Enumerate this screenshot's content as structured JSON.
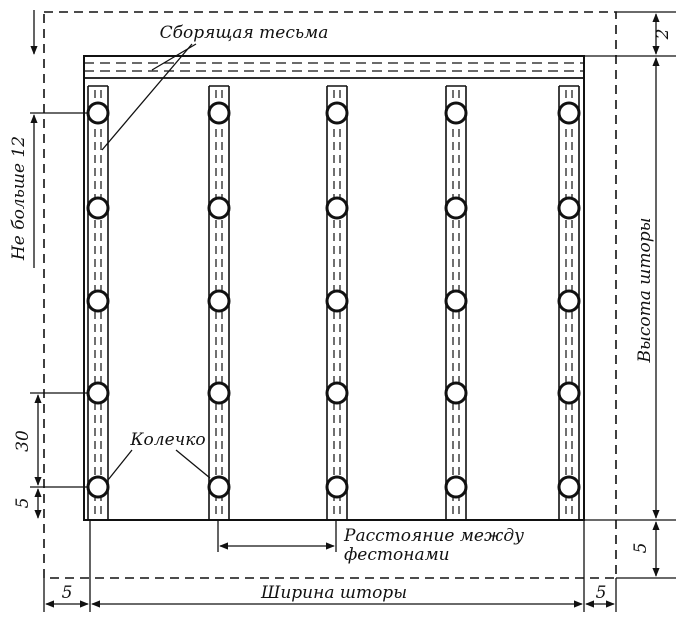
{
  "labels": {
    "tape": "Сборящая тесьма",
    "max_spacing": "Не больше 12",
    "ring": "Колечко",
    "height": "Высота шторы",
    "width": "Ширина шторы",
    "scallop_line1": "Расстояние между",
    "scallop_line2": "фестонами"
  },
  "dimensions": {
    "top_margin": "2",
    "ring_spacing": "30",
    "bottom_ring_offset": "5",
    "bottom_margin": "5",
    "side_margin_left": "5",
    "side_margin_right": "5"
  },
  "layout": {
    "strip_count": 5,
    "rings_per_strip": 5
  }
}
